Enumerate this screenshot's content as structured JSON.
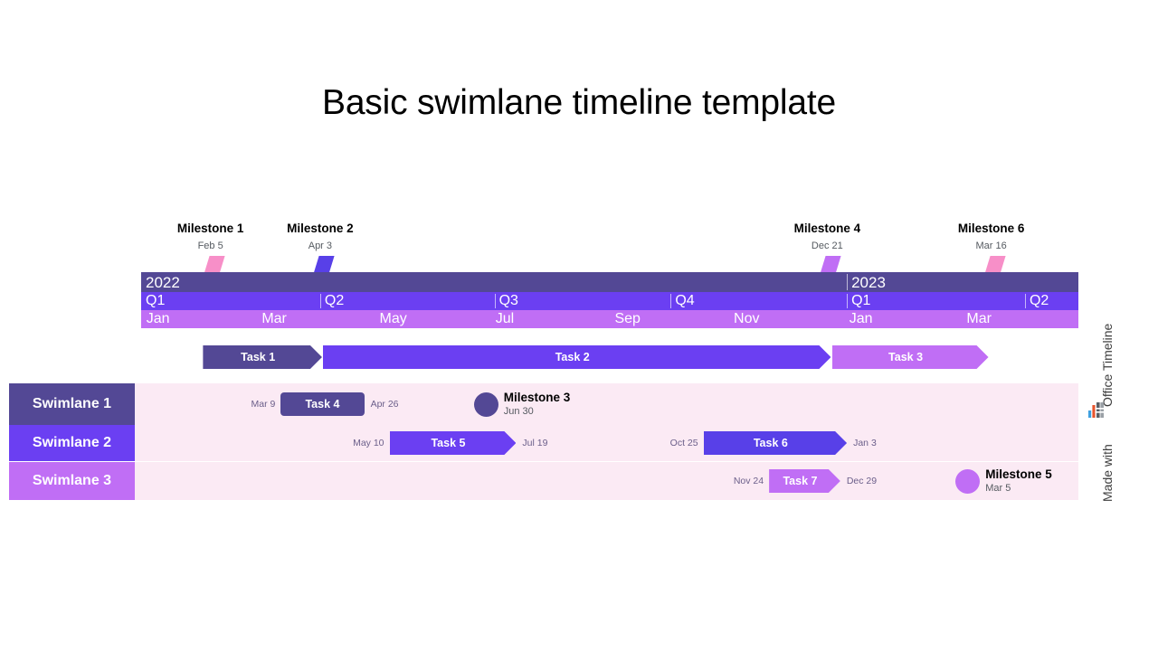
{
  "title": "Basic swimlane timeline template",
  "colors": {
    "year_band": "#534895",
    "quarter_band": "#6b3ff2",
    "month_band": "#c06ef5",
    "lane_bg": "#fbeaf4",
    "dark_purple": "#534895",
    "bright_purple": "#6b3ff2",
    "light_purple": "#c06ef5",
    "pink": "#f78fc8",
    "date_text": "#6b5f8a"
  },
  "timeline": {
    "years": [
      {
        "label": "2022",
        "start_pct": 0.0,
        "width_pct": 75.3
      },
      {
        "label": "2023",
        "start_pct": 75.3,
        "width_pct": 24.7
      }
    ],
    "quarters": [
      {
        "label": "Q1",
        "start_pct": 0.0,
        "width_pct": 19.1
      },
      {
        "label": "Q2",
        "start_pct": 19.1,
        "width_pct": 18.6
      },
      {
        "label": "Q3",
        "start_pct": 37.7,
        "width_pct": 18.8
      },
      {
        "label": "Q4",
        "start_pct": 56.5,
        "width_pct": 18.8
      },
      {
        "label": "Q1",
        "start_pct": 75.3,
        "width_pct": 19.0
      },
      {
        "label": "Q2",
        "start_pct": 94.3,
        "width_pct": 5.7
      }
    ],
    "months": [
      {
        "label": "Jan",
        "center_pct": 1.8
      },
      {
        "label": "Mar",
        "center_pct": 14.2
      },
      {
        "label": "May",
        "center_pct": 26.9
      },
      {
        "label": "Jul",
        "center_pct": 38.8
      },
      {
        "label": "Sep",
        "center_pct": 51.9
      },
      {
        "label": "Nov",
        "center_pct": 64.6
      },
      {
        "label": "Jan",
        "center_pct": 76.8
      },
      {
        "label": "Mar",
        "center_pct": 89.4
      }
    ]
  },
  "top_milestones": [
    {
      "name": "Milestone 1",
      "date": "Feb 5",
      "center_pct": 7.4,
      "color": "#f78fc8"
    },
    {
      "name": "Milestone 2",
      "date": "Apr 3",
      "center_pct": 19.1,
      "color": "#5840e8"
    },
    {
      "name": "Milestone 4",
      "date": "Dec 21",
      "center_pct": 73.2,
      "color": "#c06ef5"
    },
    {
      "name": "Milestone 6",
      "date": "Mar 16",
      "center_pct": 90.7,
      "color": "#f78fc8"
    }
  ],
  "top_tasks": [
    {
      "label": "Task 1",
      "start_pct": 6.6,
      "end_pct": 19.3,
      "color": "#534895",
      "shape": "arrow"
    },
    {
      "label": "Task 2",
      "start_pct": 19.4,
      "end_pct": 73.6,
      "color": "#6b3ff2",
      "shape": "arrow"
    },
    {
      "label": "Task 3",
      "start_pct": 73.7,
      "end_pct": 90.4,
      "color": "#c06ef5",
      "shape": "arrow"
    }
  ],
  "swimlanes": [
    {
      "label": "Swimlane 1",
      "color": "#534895",
      "tasks": [
        {
          "label": "Task 4",
          "start_date": "Mar 9",
          "end_date": "Apr 26",
          "start_pct": 14.9,
          "end_pct": 23.8,
          "color": "#534895",
          "shape": "rounded"
        }
      ],
      "milestones": [
        {
          "name": "Milestone 3",
          "date": "Jun 30",
          "center_pct": 36.8,
          "color": "#534895"
        }
      ]
    },
    {
      "label": "Swimlane 2",
      "color": "#6b3ff2",
      "tasks": [
        {
          "label": "Task 5",
          "start_date": "May 10",
          "end_date": "Jul 19",
          "start_pct": 26.5,
          "end_pct": 40.0,
          "color": "#6b3ff2",
          "shape": "arrow"
        },
        {
          "label": "Task 6",
          "start_date": "Oct 25",
          "end_date": "Jan 3",
          "start_pct": 60.0,
          "end_pct": 75.3,
          "color": "#5840e8",
          "shape": "arrow"
        }
      ],
      "milestones": []
    },
    {
      "label": "Swimlane 3",
      "color": "#c06ef5",
      "tasks": [
        {
          "label": "Task 7",
          "start_date": "Nov 24",
          "end_date": "Dec 29",
          "start_pct": 67.0,
          "end_pct": 74.6,
          "color": "#c06ef5",
          "shape": "arrow"
        }
      ],
      "milestones": [
        {
          "name": "Milestone 5",
          "date": "Mar 5",
          "center_pct": 88.2,
          "color": "#c06ef5"
        }
      ]
    }
  ],
  "branding": {
    "made_with": "Made with",
    "product": "Office Timeline",
    "logo": "office-timeline-logo"
  }
}
